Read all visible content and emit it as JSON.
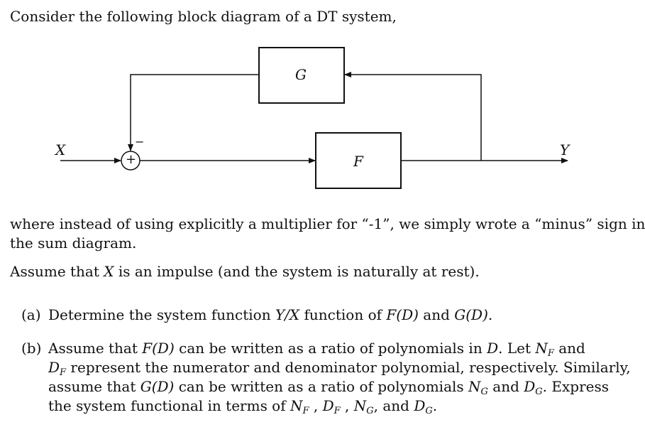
{
  "intro": "Consider the following block diagram of a DT system,",
  "diagram": {
    "block_g": "G",
    "block_f": "F",
    "input": "X",
    "output": "Y",
    "minus_sign": "−",
    "adder_symbol": "+"
  },
  "para1_line1": "where instead of using explicitly a multiplier for “-1”, we simply wrote a “minus” sign in",
  "para1_line2": "the sum diagram.",
  "para2_a": "Assume that ",
  "para2_x": "X",
  "para2_b": " is an impulse (and the system is naturally at rest).",
  "part_a": {
    "label": "(a)",
    "t1": "Determine the system function ",
    "yx": "Y/X",
    "t2": " function of ",
    "fd": "F(D)",
    "t3": " and ",
    "gd": "G(D)",
    "t4": "."
  },
  "part_b": {
    "label": "(b)",
    "l1_a": "Assume that ",
    "l1_fd": "F(D)",
    "l1_b": " can be written as a ratio of polynomials in ",
    "l1_d": "D",
    "l1_c": ".  Let ",
    "nf": "N",
    "sub_f": "F",
    "l1_d2": " and",
    "df": "D",
    "l2_a": " represent the numerator and denominator polynomial, respectively.  Similarly,",
    "l3_a": "assume that ",
    "l3_gd": "G(D)",
    "l3_b": " can be written as a ratio of polynomials ",
    "ng": "N",
    "sub_g": "G",
    "l3_c": " and ",
    "dg": "D",
    "l3_d": ".  Express",
    "l4_a": "the system functional in terms of ",
    "l4_sep1": " , ",
    "l4_sep2": " , ",
    "l4_sep3": ", and ",
    "l4_end": "."
  }
}
